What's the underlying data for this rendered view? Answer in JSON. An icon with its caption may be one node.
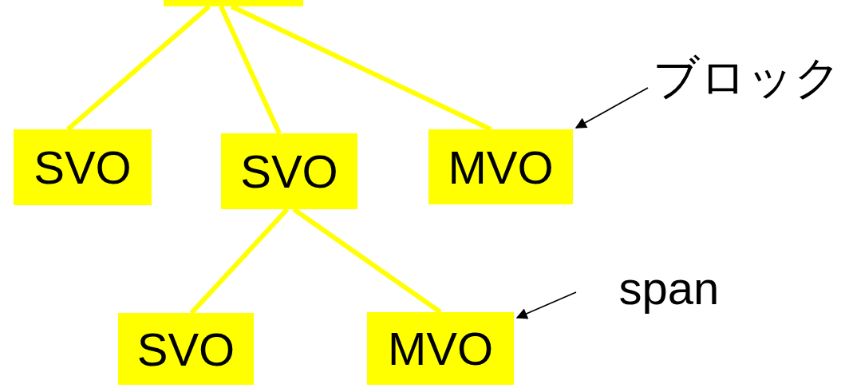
{
  "diagram": {
    "nodes": [
      {
        "text": [],
        "shape": "box"
      },
      {
        "text": [
          "SVO"
        ]
      },
      {
        "text": [
          "SVO"
        ]
      },
      {
        "text": [
          "MVO"
        ]
      },
      {
        "text": [
          "SVO"
        ]
      },
      {
        "text": [
          "MVO"
        ]
      },
      {
        "text": [
          "ブロック"
        ]
      },
      {
        "text": [
          "span"
        ]
      }
    ],
    "edges": [
      {
        "from": 0,
        "to": 1,
        "arrow": "none"
      },
      {
        "from": 0,
        "to": 2,
        "arrow": "none"
      },
      {
        "from": 0,
        "to": 3,
        "arrow": "none"
      },
      {
        "from": 2,
        "to": 4,
        "arrow": "none"
      },
      {
        "from": 2,
        "to": 5,
        "arrow": "none"
      },
      {
        "from": 6,
        "to": 3,
        "arrow": "to",
        "color": "#000000"
      },
      {
        "from": 7,
        "to": 5,
        "arrow": "to",
        "color": "#000000"
      }
    ]
  }
}
